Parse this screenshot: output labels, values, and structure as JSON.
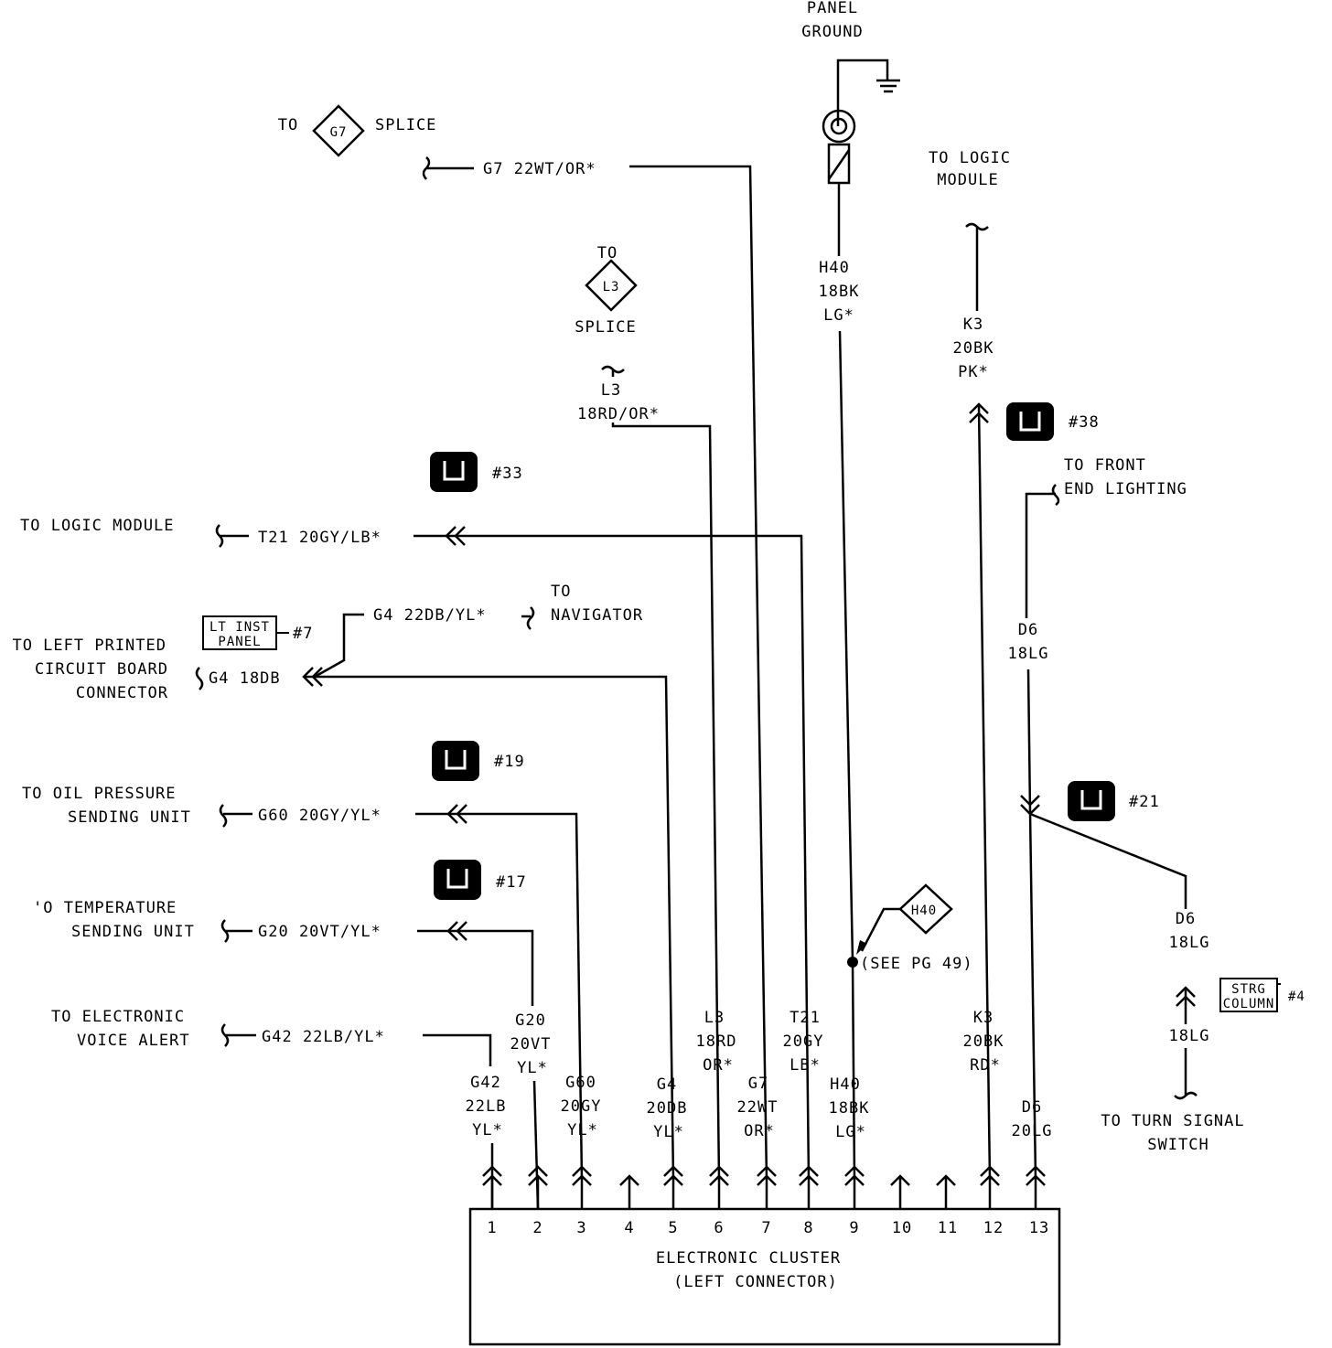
{
  "panel_ground": {
    "line1": "PANEL",
    "line2": "GROUND"
  },
  "splice_g7": {
    "to": "TO",
    "code": "G7",
    "word": "SPLICE",
    "wire": "G7 22WT/OR*"
  },
  "splice_l3": {
    "to": "TO",
    "code": "L3",
    "word": "SPLICE",
    "wire_code": "L3",
    "wire_color": "18RD/OR*"
  },
  "h40_top": {
    "l1": "H40",
    "l2": "18BK",
    "l3": "LG*"
  },
  "logic_module_right": {
    "line1": "TO LOGIC",
    "line2": "MODULE"
  },
  "k3_top": {
    "l1": "K3",
    "l2": "20BK",
    "l3": "PK*"
  },
  "conn38": {
    "label": "#38"
  },
  "front_lighting": {
    "line1": "TO FRONT",
    "line2": "END LIGHTING"
  },
  "conn33": {
    "label": "#33"
  },
  "logic_module_left": {
    "label": "TO LOGIC MODULE",
    "wire": "T21 20GY/LB*"
  },
  "lt_inst": {
    "line1": "LT INST",
    "line2": "PANEL",
    "num": "#7"
  },
  "navigator": {
    "wire": "G4 22DB/YL*",
    "line1": "TO",
    "line2": "NAVIGATOR"
  },
  "left_pcb": {
    "line1": "TO LEFT PRINTED",
    "line2": "CIRCUIT BOARD",
    "line3": "CONNECTOR",
    "wire": "G4 18DB"
  },
  "d6_top": {
    "l1": "D6",
    "l2": "18LG"
  },
  "conn19": {
    "label": "#19"
  },
  "oil": {
    "line1": "TO OIL PRESSURE",
    "line2": "SENDING UNIT",
    "wire": "G60 20GY/YL*"
  },
  "conn21": {
    "label": "#21"
  },
  "conn17": {
    "label": "#17"
  },
  "temp": {
    "line1": "'O TEMPERATURE",
    "line2": "SENDING UNIT",
    "wire": "G20 20VT/YL*"
  },
  "h40_splice": {
    "code": "H40",
    "note": "(SEE PG 49)"
  },
  "d6_right": {
    "l1": "D6",
    "l2": "18LG"
  },
  "strg": {
    "line1": "STRG",
    "line2": "COLUMN",
    "num": "#4"
  },
  "d6_right_low": {
    "l1": "18LG"
  },
  "turn_signal": {
    "line1": "TO TURN SIGNAL",
    "line2": "SWITCH"
  },
  "voice": {
    "line1": "TO ELECTRONIC",
    "line2": "VOICE ALERT",
    "wire": "G42 22LB/YL*"
  },
  "pin_wires": {
    "p1": {
      "l1": "G42",
      "l2": "22LB",
      "l3": "YL*"
    },
    "p2": {
      "l1": "G20",
      "l2": "20VT",
      "l3": "YL*"
    },
    "p3": {
      "l1": "G60",
      "l2": "20GY",
      "l3": "YL*"
    },
    "p5": {
      "l1": "G4",
      "l2": "20DB",
      "l3": "YL*"
    },
    "p6": {
      "l1": "L3",
      "l2": "18RD",
      "l3": "OR*"
    },
    "p7": {
      "l1": "G7",
      "l2": "22WT",
      "l3": "OR*"
    },
    "p8": {
      "l1": "T21",
      "l2": "20GY",
      "l3": "LB*"
    },
    "p9": {
      "l1": "H40",
      "l2": "18BK",
      "l3": "LG*"
    },
    "p12": {
      "l1": "K3",
      "l2": "20BK",
      "l3": "RD*"
    },
    "p13": {
      "l1": "D6",
      "l2": "20LG"
    }
  },
  "cluster": {
    "line1": "ELECTRONIC CLUSTER",
    "line2": "(LEFT CONNECTOR)",
    "pins": [
      "1",
      "2",
      "3",
      "4",
      "5",
      "6",
      "7",
      "8",
      "9",
      "10",
      "11",
      "12",
      "13"
    ]
  }
}
